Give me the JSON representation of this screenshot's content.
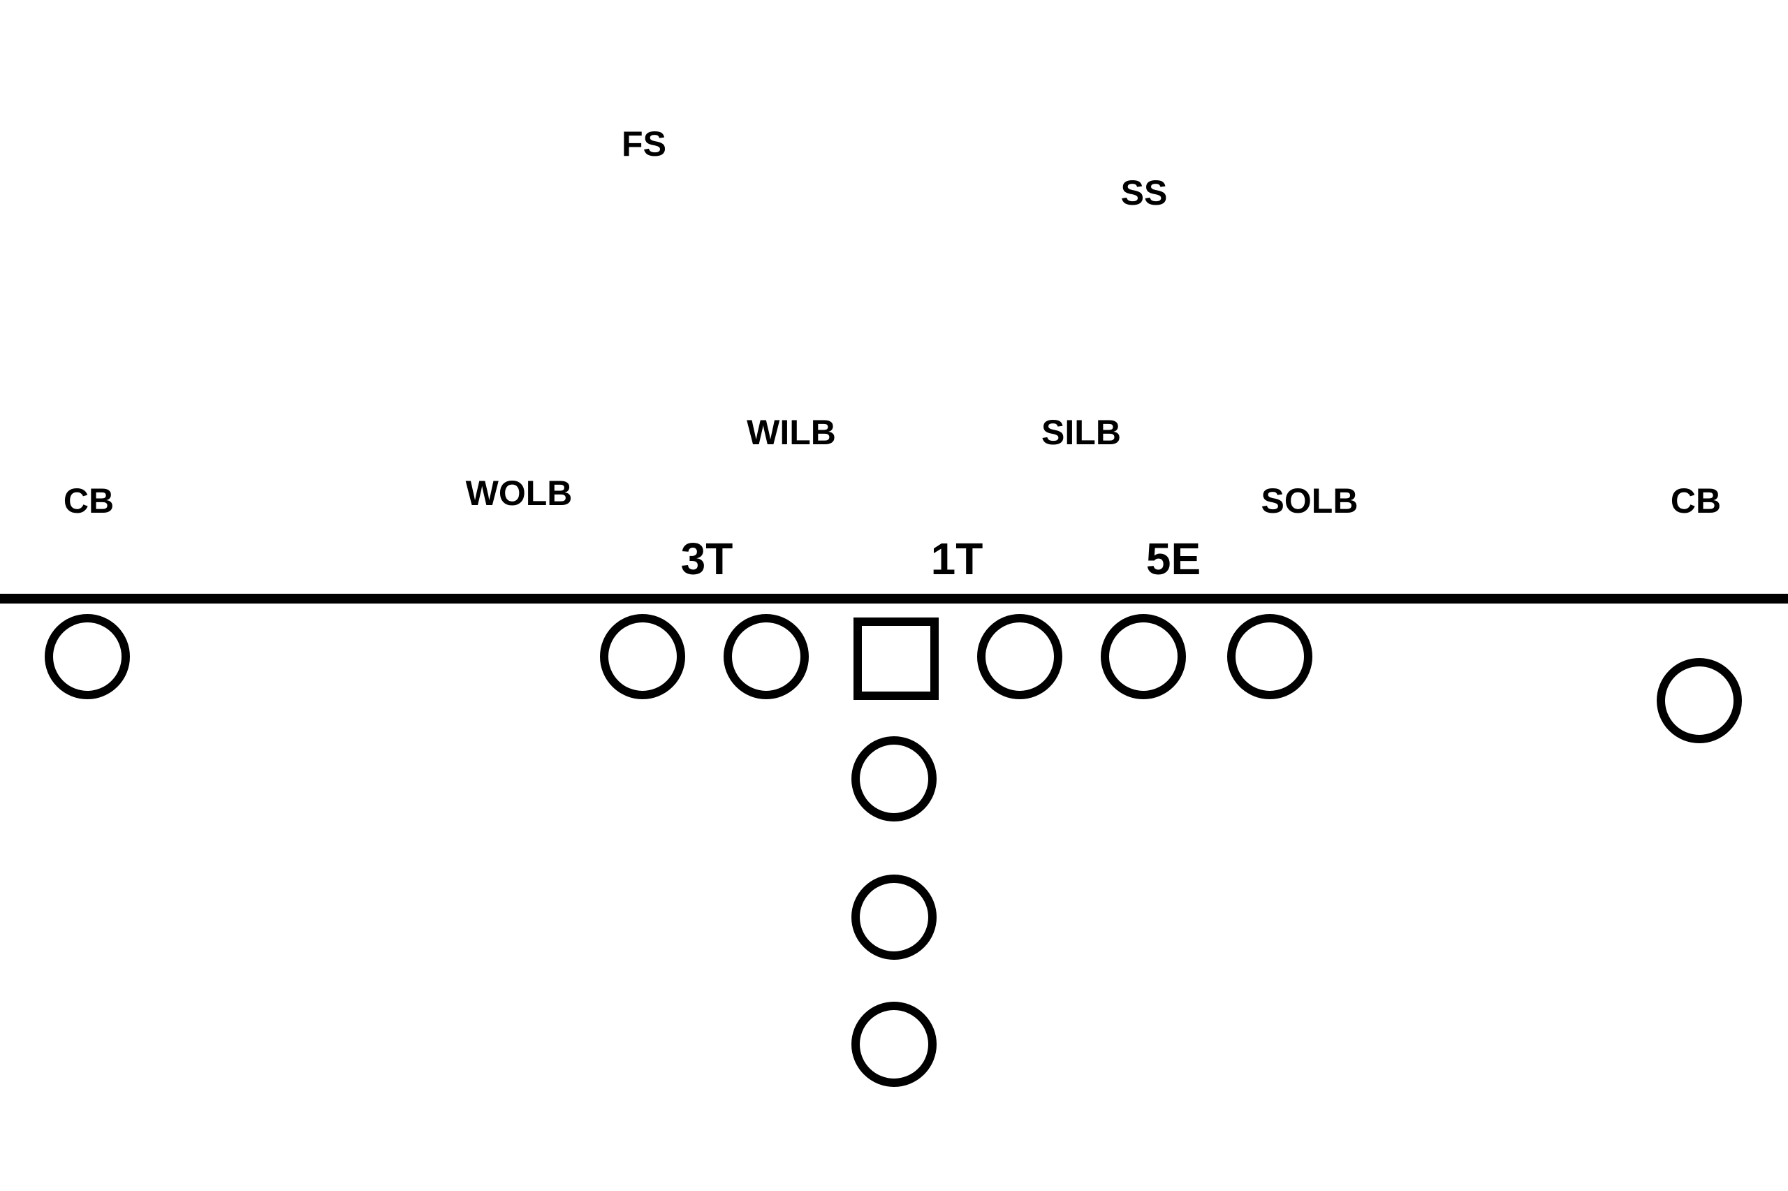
{
  "defense": {
    "fs": "FS",
    "ss": "SS",
    "wilb": "WILB",
    "silb": "SILB",
    "cb_left": "CB",
    "wolb": "WOLB",
    "solb": "SOLB",
    "cb_right": "CB"
  },
  "technique": {
    "three": "3T",
    "one": "1T",
    "five": "5E"
  },
  "colors": {
    "line": "#000000",
    "background": "#ffffff"
  }
}
